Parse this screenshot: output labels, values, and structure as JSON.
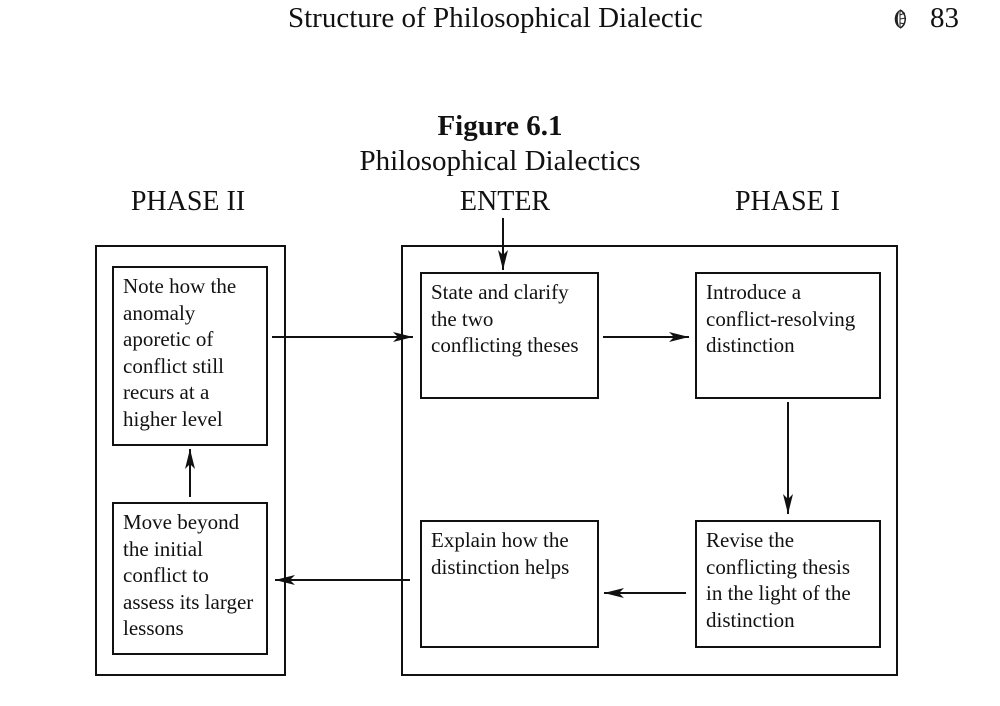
{
  "header": {
    "running_title": "Structure of Philosophical Dialectic",
    "page_number": "83",
    "ornament_icon": "leaf-ornament-icon"
  },
  "figure": {
    "title": "Figure 6.1",
    "subtitle": "Philosophical Dialectics"
  },
  "labels": {
    "phase_two": "PHASE II",
    "enter": "ENTER",
    "phase_one": "PHASE I"
  },
  "nodes": {
    "note_anomaly": "Note how the anomaly aporetic of conflict still recurs at a higher level",
    "move_beyond": "Move beyond the initial conflict to assess its larger lessons",
    "state_clarify": "State and clarify the two conflicting theses",
    "introduce_distinction": "Introduce a conflict-resolving distinction",
    "explain_distinction": "Explain how the distinction helps",
    "revise_thesis": "Revise the conflicting thesis in the light of the distinction"
  },
  "edges": [
    {
      "from": "enter",
      "to": "state_clarify"
    },
    {
      "from": "state_clarify",
      "to": "introduce_distinction"
    },
    {
      "from": "introduce_distinction",
      "to": "revise_thesis"
    },
    {
      "from": "revise_thesis",
      "to": "explain_distinction"
    },
    {
      "from": "explain_distinction",
      "to": "move_beyond"
    },
    {
      "from": "move_beyond",
      "to": "note_anomaly"
    },
    {
      "from": "note_anomaly",
      "to": "state_clarify"
    }
  ]
}
